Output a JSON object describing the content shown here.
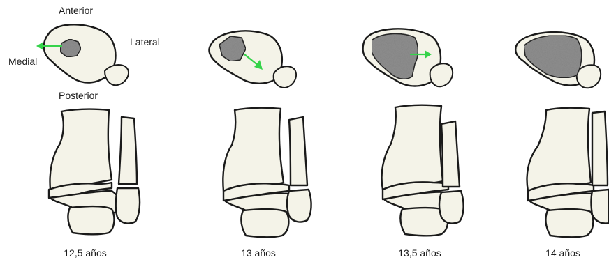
{
  "orientation_labels": {
    "anterior": "Anterior",
    "medial": "Medial",
    "lateral": "Lateral",
    "posterior": "Posterior"
  },
  "stages": [
    {
      "age": "12,5 años"
    },
    {
      "age": "13 años"
    },
    {
      "age": "13,5 años"
    },
    {
      "age": "14 años"
    }
  ],
  "colors": {
    "bone_fill": "#f4f3e8",
    "outline": "#1a1a1a",
    "closed_physis": "#8f8f8f",
    "arrow": "#35d34a"
  }
}
